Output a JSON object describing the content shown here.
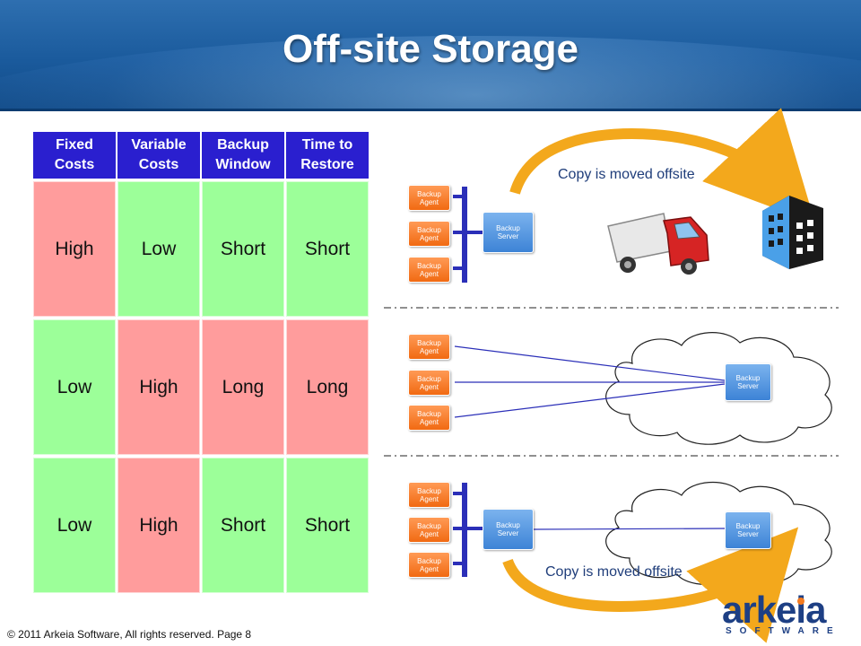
{
  "title": "Off-site Storage",
  "table": {
    "headers": [
      "Fixed\nCosts",
      "Variable\nCosts",
      "Backup\nWindow",
      "Time to\nRestore"
    ],
    "rows": [
      [
        "High",
        "Low",
        "Short",
        "Short"
      ],
      [
        "Low",
        "High",
        "Long",
        "Long"
      ],
      [
        "Low",
        "High",
        "Short",
        "Short"
      ]
    ]
  },
  "diagram": {
    "agent_label": "Backup\nAgent",
    "server_label": "Backup\nServer",
    "copy_label_top": "Copy is moved offsite",
    "copy_label_bottom": "Copy is moved offsite"
  },
  "footer": "© 2011 Arkeia Software, All rights reserved.  Page  8",
  "logo": {
    "word": "arkeia",
    "sub": "SOFTWARE"
  },
  "colors": {
    "high_bg": "#ff9c9c",
    "low_bg": "#9cff99",
    "header_bg": "#2a1fcf",
    "agent": "#f16a12",
    "server": "#3d83d6",
    "arrow": "#f3a81c"
  }
}
